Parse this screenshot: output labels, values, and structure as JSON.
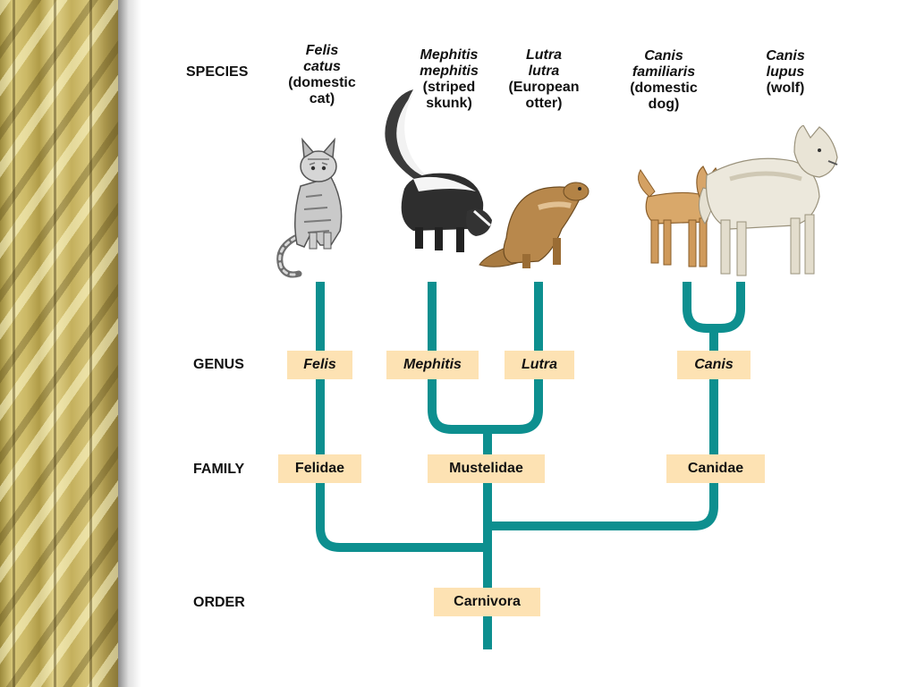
{
  "ranks": {
    "species": "SPECIES",
    "genus": "GENUS",
    "family": "FAMILY",
    "order": "ORDER"
  },
  "species": [
    {
      "scientific_1": "Felis",
      "scientific_2": "catus",
      "common_1": "(domestic",
      "common_2": "cat)",
      "icon": "cat-illustration"
    },
    {
      "scientific_1": "Mephitis",
      "scientific_2": "mephitis",
      "common_1": "(striped",
      "common_2": "skunk)",
      "icon": "skunk-illustration"
    },
    {
      "scientific_1": "Lutra",
      "scientific_2": "lutra",
      "common_1": "(European",
      "common_2": "otter)",
      "icon": "otter-illustration"
    },
    {
      "scientific_1": "Canis",
      "scientific_2": "familiaris",
      "common_1": "(domestic",
      "common_2": "dog)",
      "icon": "dog-illustration"
    },
    {
      "scientific_1": "Canis",
      "scientific_2": "lupus",
      "common_1": "(wolf)",
      "common_2": "",
      "icon": "wolf-illustration"
    }
  ],
  "genera": [
    "Felis",
    "Mephitis",
    "Lutra",
    "Canis"
  ],
  "families": [
    "Felidae",
    "Mustelidae",
    "Canidae"
  ],
  "order": "Carnivora",
  "colors": {
    "branch": "#0d8f8f",
    "box": "#fde2b3",
    "frame_gold": "#cbb865"
  }
}
